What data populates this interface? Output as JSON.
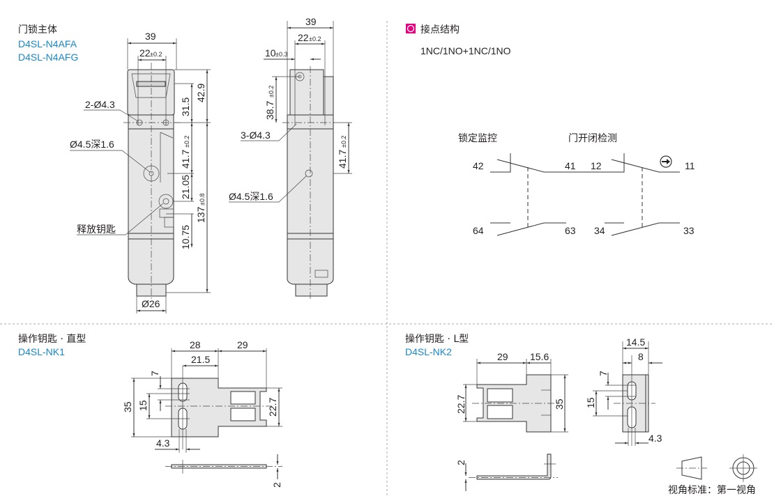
{
  "colors": {
    "accent_blue": "#1a87c9",
    "marker_magenta": "#e4007f"
  },
  "lock_body": {
    "title": "门锁主体",
    "models": [
      "D4SL-N4AFA",
      "D4SL-N4AFG"
    ],
    "front": {
      "width": "39",
      "pitch": "22",
      "pitch_tol": "±0.2",
      "h_31_5": "31.5",
      "h_42_9": "42.9",
      "h_41_7": "41.7",
      "h_41_7_tol": "±0.2",
      "h_21_05": "21.05",
      "h_10_75": "10.75",
      "h_137": "137",
      "h_137_tol": "±0.8",
      "dia_26": "Ø26",
      "holes": "2-Ø4.3",
      "recess": "Ø4.5深1.6",
      "release_key": "释放钥匙"
    },
    "side": {
      "width": "39",
      "pitch": "22",
      "pitch_tol": "±0.2",
      "offset": "10",
      "offset_tol": "±0.3",
      "h_38_7": "38.7",
      "h_38_7_tol": "±0.2",
      "holes": "3-Ø4.3",
      "h_41_7": "41.7",
      "h_41_7_tol": "±0.2",
      "recess": "Ø4.5深1.6"
    }
  },
  "contacts": {
    "title": "接点结构",
    "config": "1NC/1NO+1NC/1NO",
    "group_lock": "锁定监控",
    "group_door": "门开闭检测",
    "terminals": {
      "t42": "42",
      "t41": "41",
      "t12": "12",
      "t11": "11",
      "t64": "64",
      "t63": "63",
      "t34": "34",
      "t33": "33"
    }
  },
  "key_straight": {
    "title": "操作钥匙 · 直型",
    "model": "D4SL-NK1",
    "dims": {
      "w28": "28",
      "w29": "29",
      "w21_5": "21.5",
      "h7": "7",
      "h35": "35",
      "h15": "15",
      "h22_7": "22.7",
      "w4_3": "4.3",
      "t2": "2"
    }
  },
  "key_l": {
    "title": "操作钥匙 · L型",
    "model": "D4SL-NK2",
    "dims": {
      "w29": "29",
      "w15_6": "15.6",
      "h22_7": "22.7",
      "h35": "35",
      "w14_5": "14.5",
      "w8": "8",
      "h7": "7",
      "h15": "15",
      "w4_3": "4.3",
      "t2": "2"
    }
  },
  "projection": {
    "label": "视角标准：第一视角"
  }
}
